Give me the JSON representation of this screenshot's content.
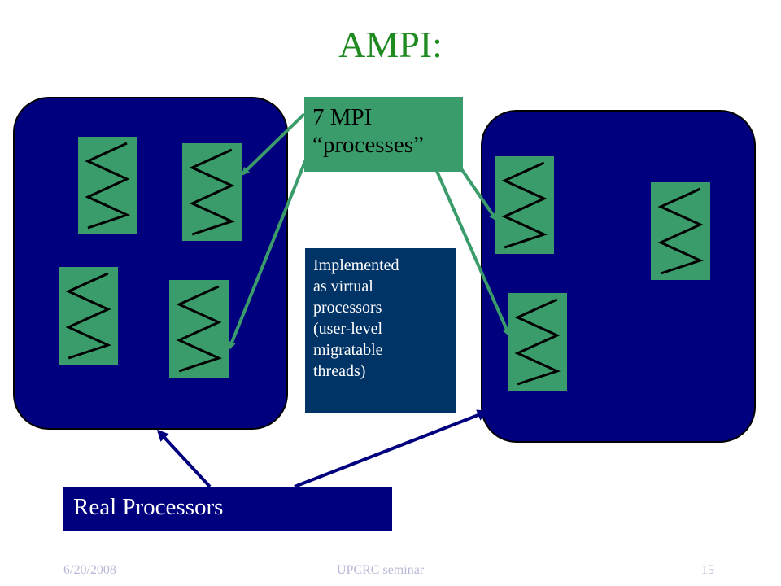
{
  "slide": {
    "title": "AMPI:",
    "mpi_label_line1": "7 MPI",
    "mpi_label_line2": "“processes”",
    "implemented_lines": [
      "Implemented",
      "as virtual",
      "processors",
      "(user-level",
      "migratable",
      "threads)"
    ],
    "real_processors_label": "Real Processors"
  },
  "footer": {
    "date": "6/20/2008",
    "event": "UPCRC seminar",
    "page": "15"
  },
  "colors": {
    "processor_fill": "#00007f",
    "thread_fill": "#3a9c6a",
    "impl_fill": "#003366",
    "title_color": "#1f8a1f",
    "green_arrow": "#3a9c6a",
    "blue_arrow": "#00007f"
  },
  "icons": [
    "wavy-thread-icon"
  ]
}
